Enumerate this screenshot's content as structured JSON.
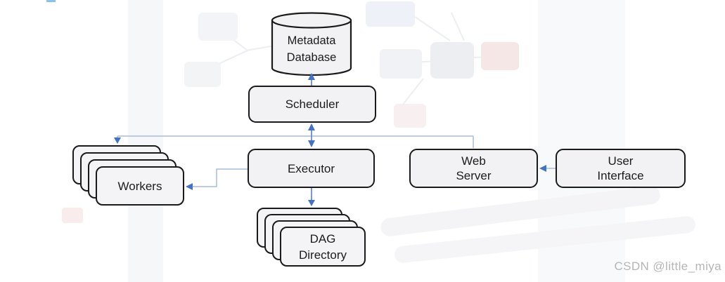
{
  "page": {
    "watermark": "CSDN @little_miya"
  },
  "diagram": {
    "type": "architecture-flowchart",
    "nodes": [
      {
        "id": "metadata-database",
        "label": "Metadata\nDatabase",
        "shape": "cylinder"
      },
      {
        "id": "scheduler",
        "label": "Scheduler",
        "shape": "rounded-rect"
      },
      {
        "id": "executor",
        "label": "Executor",
        "shape": "rounded-rect"
      },
      {
        "id": "workers",
        "label": "Workers",
        "shape": "stacked-rounded-rect",
        "stack_count": 4
      },
      {
        "id": "dag-directory",
        "label": "DAG\nDirectory",
        "shape": "stacked-rounded-rect",
        "stack_count": 4
      },
      {
        "id": "web-server",
        "label": "Web\nServer",
        "shape": "rounded-rect"
      },
      {
        "id": "user-interface",
        "label": "User\nInterface",
        "shape": "rounded-rect"
      }
    ],
    "edges": [
      {
        "from": "scheduler",
        "to": "metadata-database",
        "style": "arrow-to-target"
      },
      {
        "from": "scheduler",
        "to": "executor",
        "style": "double-headed-arrow"
      },
      {
        "from": "scheduler-bus",
        "to": "workers",
        "style": "arrow-to-target"
      },
      {
        "from": "scheduler-bus",
        "to": "web-server",
        "style": "plain-line"
      },
      {
        "from": "executor",
        "to": "workers",
        "style": "arrow-to-target"
      },
      {
        "from": "executor",
        "to": "dag-directory",
        "style": "arrow-to-target"
      },
      {
        "from": "user-interface",
        "to": "web-server",
        "style": "arrow-to-target"
      }
    ],
    "colors": {
      "box_fill": "#f2f2f4",
      "box_border": "#1a1a1a",
      "connector_line": "#a8bbe0",
      "arrow_stem": "#5b7fc6",
      "arrowhead": "#4472c4",
      "text": "#1c1c1c",
      "watermark_text": "#b5b5b5"
    }
  }
}
